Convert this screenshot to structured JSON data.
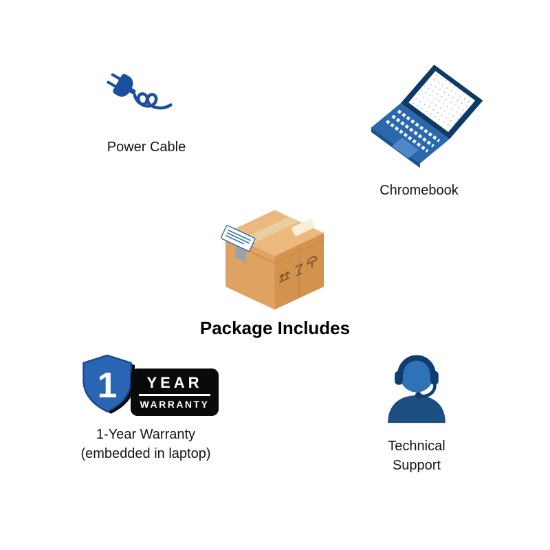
{
  "title": "Package Includes",
  "items": {
    "power_cable": {
      "label": "Power Cable",
      "icon": "power-cable-icon"
    },
    "chromebook": {
      "label": "Chromebook",
      "icon": "chromebook-icon"
    },
    "package_box": {
      "icon": "package-box-icon"
    },
    "warranty": {
      "label_line1": "1-Year Warranty",
      "label_line2": "(embedded in laptop)",
      "shield_number": "1",
      "badge_top": "YEAR",
      "badge_bottom": "WARRANTY",
      "icon": "warranty-shield-icon"
    },
    "technical_support": {
      "label_line1": "Technical",
      "label_line2": "Support",
      "icon": "headset-support-icon"
    }
  },
  "colors": {
    "accent_blue": "#2a65b5",
    "cable_blue": "#1d4fa1",
    "navy": "#0e3a66",
    "cardboard_top": "#ecb87e",
    "cardboard_left": "#dfa263",
    "cardboard_right": "#d3924d",
    "badge_black": "#0a0a0a",
    "text": "#141414",
    "background": "#ffffff"
  }
}
